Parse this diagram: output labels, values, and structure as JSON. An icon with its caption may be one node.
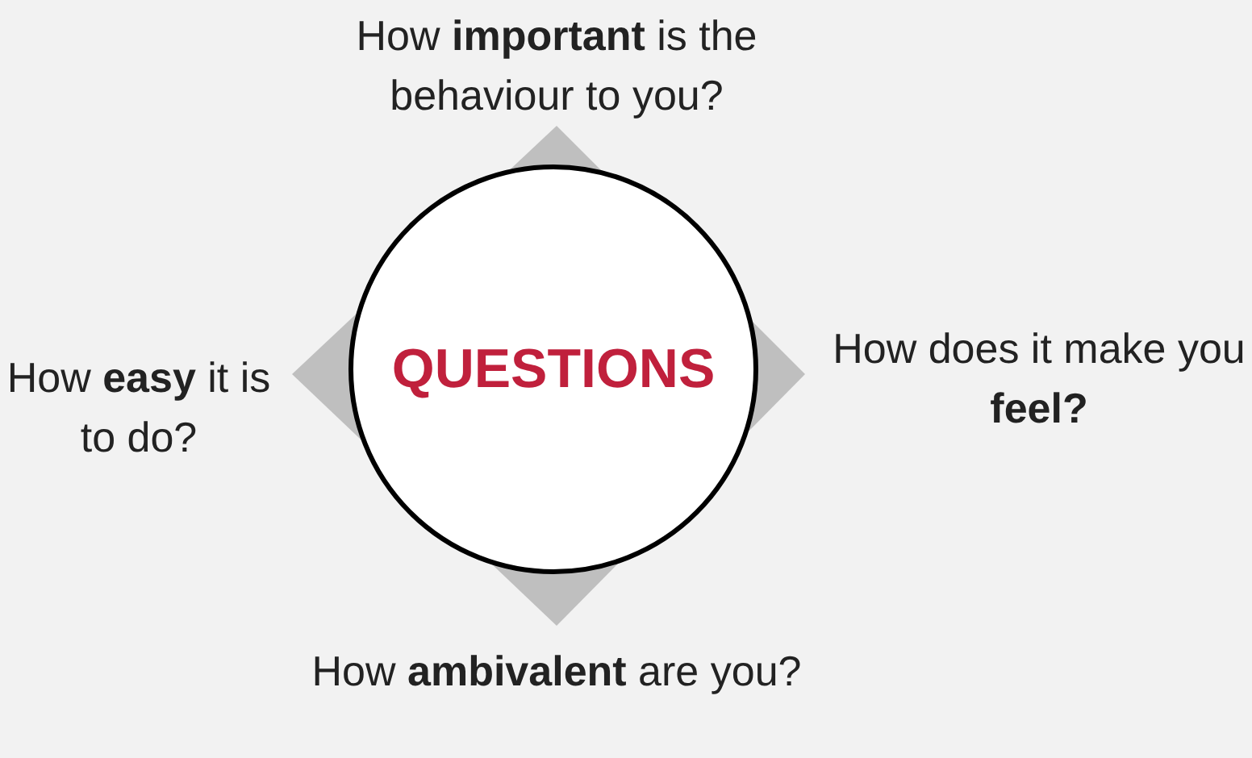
{
  "diagram": {
    "nodes": [
      {
        "text": [
          "QUESTIONS"
        ]
      }
    ],
    "labels": [
      "How **important** is the behaviour to you?",
      "How **easy** it is to do?",
      "How does it make you **feel?**",
      "How **ambivalent** are you?"
    ]
  }
}
